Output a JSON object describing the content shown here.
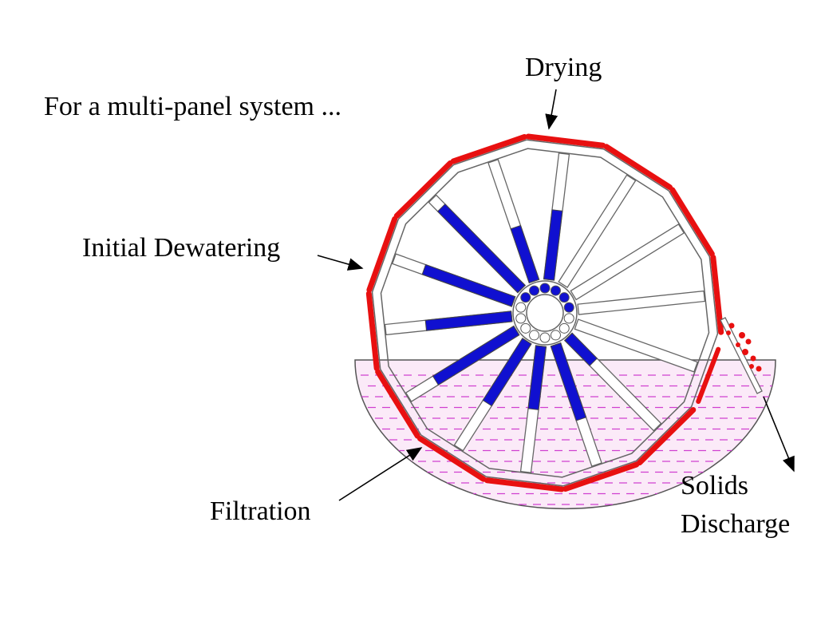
{
  "caption": "For a multi-panel system ...",
  "labels": {
    "drying": "Drying",
    "initial_dewatering": "Initial Dewatering",
    "filtration": "Filtration",
    "solids": "Solids",
    "discharge": "Discharge"
  },
  "colors": {
    "cake": "#e81010",
    "vacuum": "#1010d0",
    "slurry_dash": "#d040d0",
    "slurry_fill": "#fbeaf8",
    "outline": "#666666"
  },
  "wheel": {
    "panel_count": 14
  }
}
